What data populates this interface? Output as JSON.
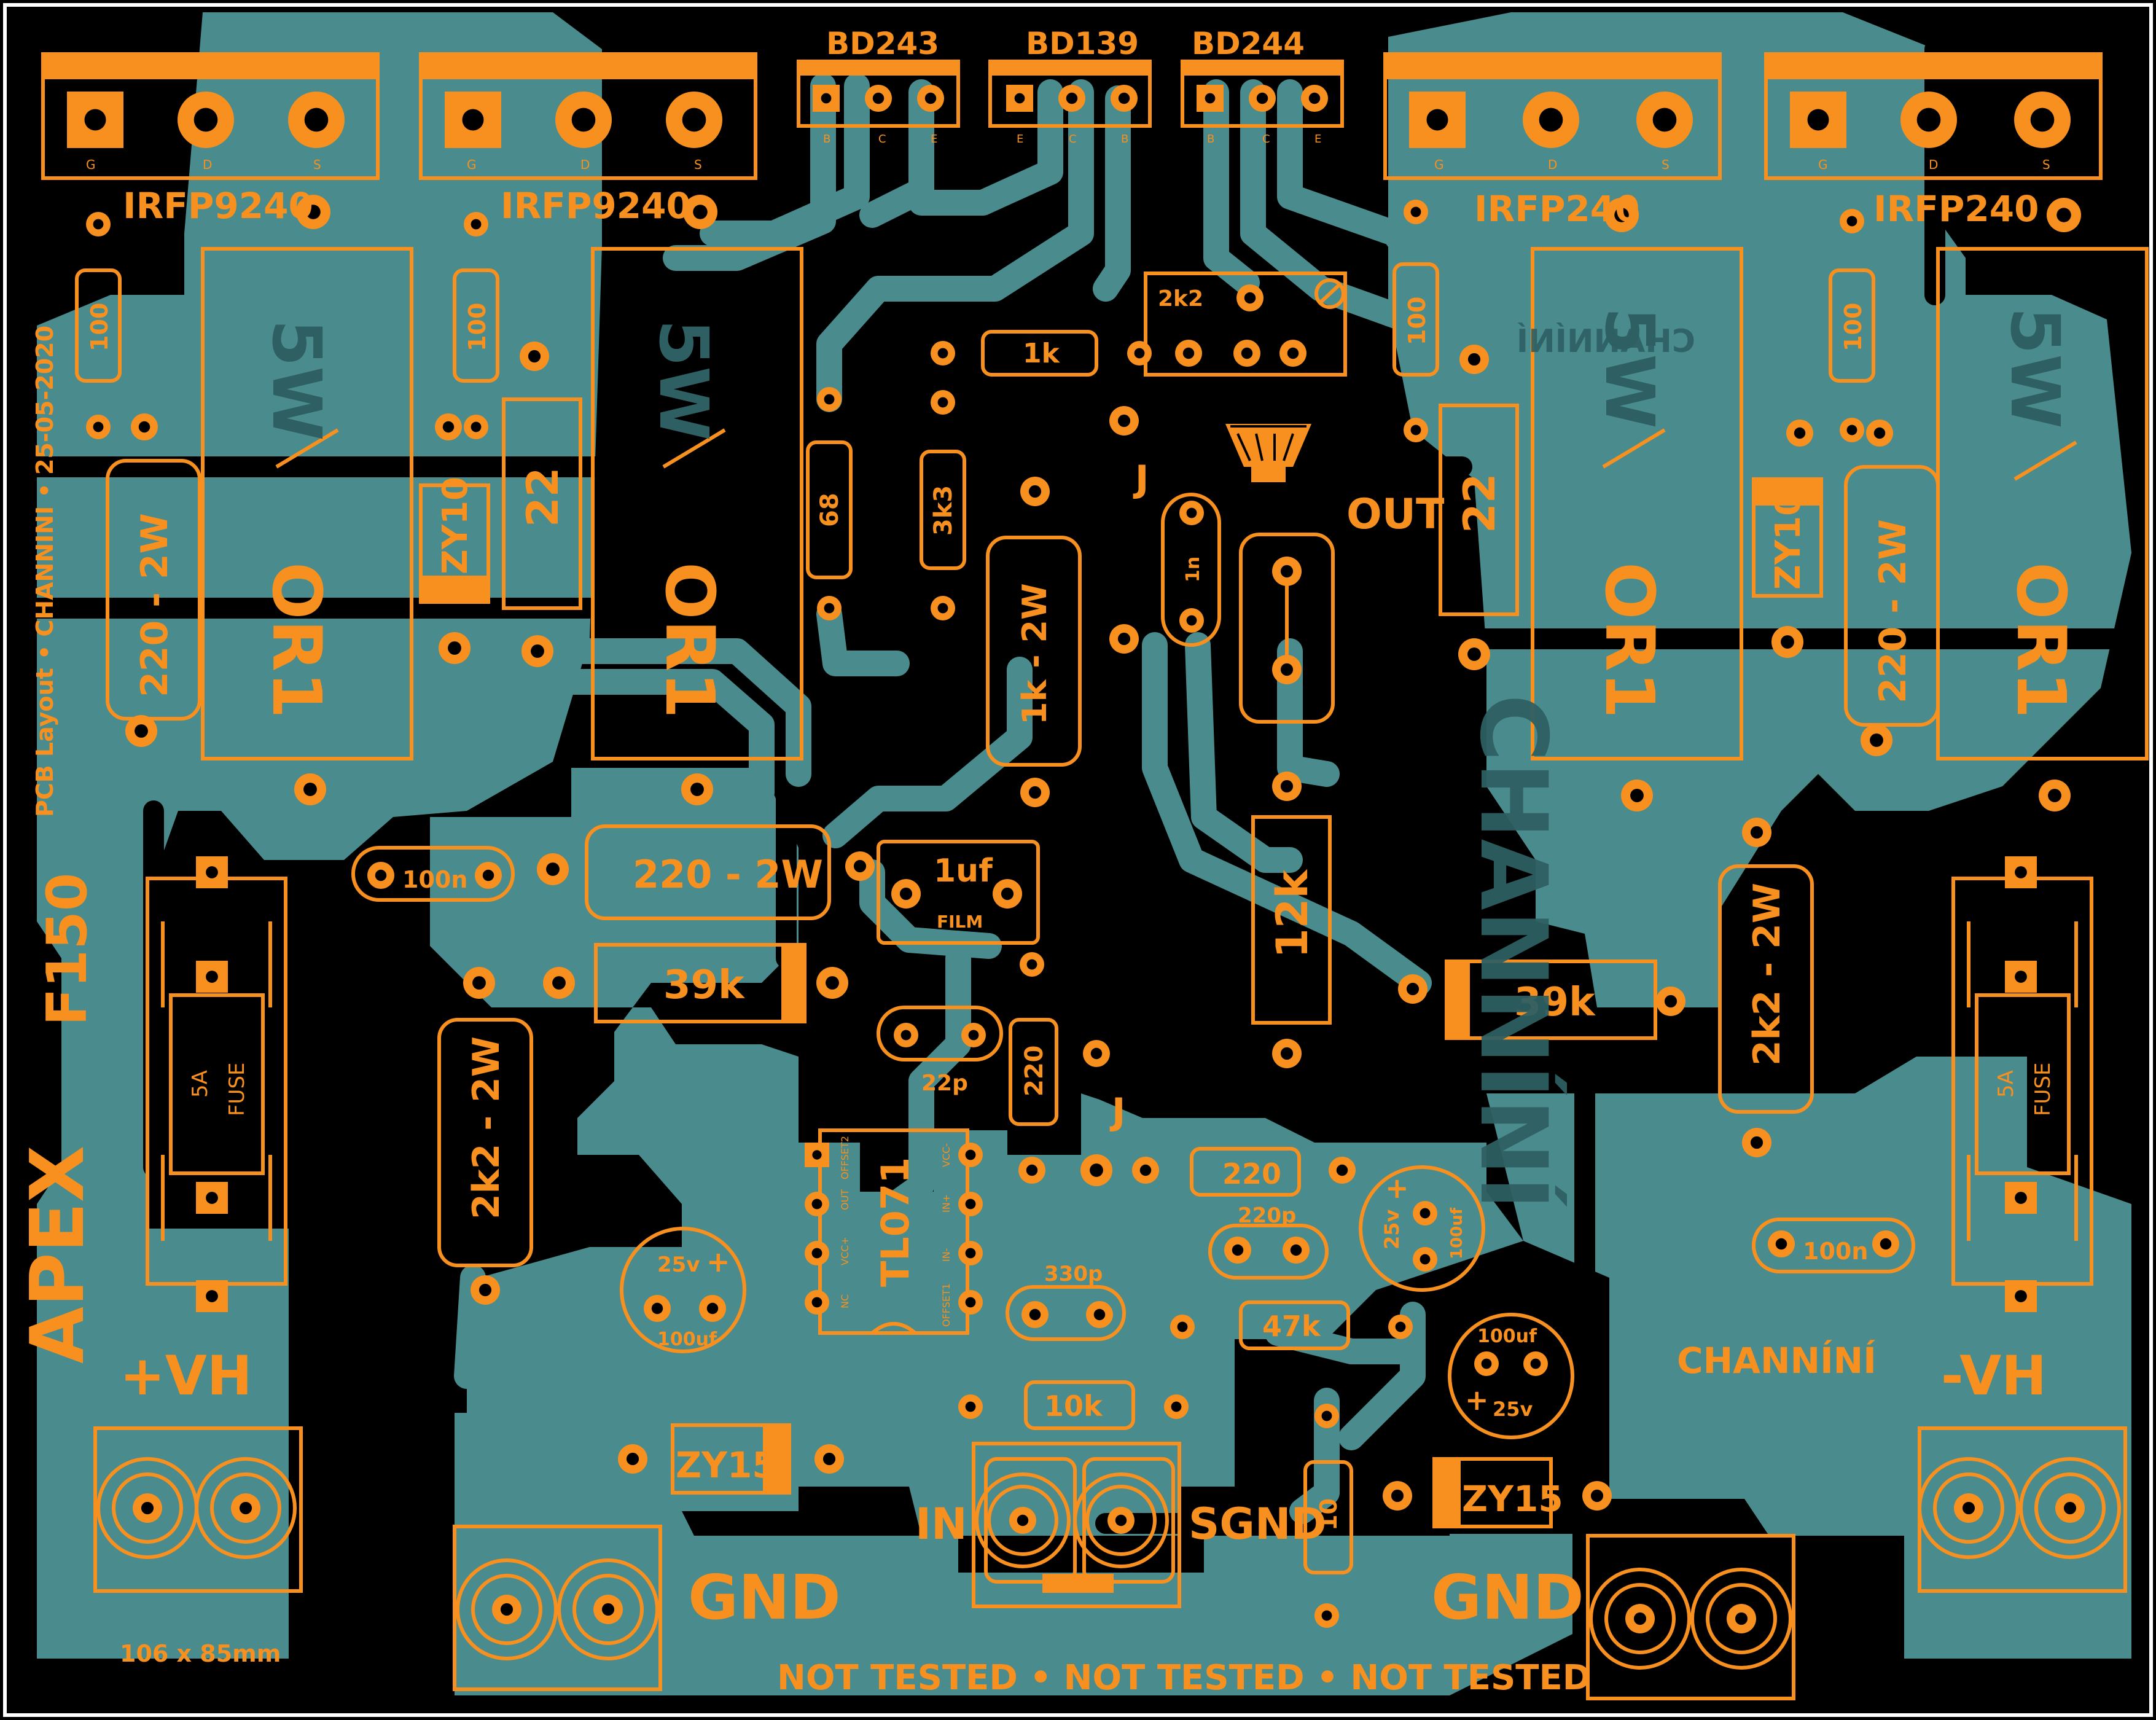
{
  "colors": {
    "background": "#000000",
    "copper": "#4A8C8E",
    "silk": "#F7901E",
    "border": "#FFFFFF"
  },
  "title": {
    "brand": "APEX",
    "model": "F150",
    "layout_note": "PCB Layout • CHANNINI • 25-05-2020",
    "size": "106 x 85mm",
    "warning": "NOT TESTED • NOT TESTED • NOT TESTED"
  },
  "transistors": {
    "q1": {
      "part": "IRFP9240",
      "pins": [
        "G",
        "D",
        "S"
      ]
    },
    "q2": {
      "part": "IRFP9240",
      "pins": [
        "G",
        "D",
        "S"
      ]
    },
    "q3": {
      "part": "IRFP240",
      "pins": [
        "G",
        "D",
        "S"
      ]
    },
    "q4": {
      "part": "IRFP240",
      "pins": [
        "G",
        "D",
        "S"
      ]
    },
    "bd243": {
      "part": "BD243",
      "pins": [
        "B",
        "C",
        "E"
      ]
    },
    "bd139": {
      "part": "BD139",
      "pins": [
        "E",
        "C",
        "B"
      ]
    },
    "bd244": {
      "part": "BD244",
      "pins": [
        "B",
        "C",
        "E"
      ]
    }
  },
  "components": {
    "r_100_a": "100",
    "r_100_b": "100",
    "r_100_c": "100",
    "r_100_d": "100",
    "r_5w_a": "5W",
    "r_5w_b": "5W",
    "r_5w_c": "5W",
    "r_5w_d": "5W",
    "r_or1_a": "OR1",
    "r_or1_b": "OR1",
    "r_or1_c": "OR1",
    "r_or1_d": "OR1",
    "r_220_2w_a": "220 - 2W",
    "r_220_2w_b": "220 - 2W",
    "r_220_2w_c": "220 - 2W",
    "c_22_a": "22",
    "c_22_b": "22",
    "zy10_a": "ZY10",
    "zy10_b": "ZY10",
    "r_68": "68",
    "r_3k3": "3k3",
    "r_1k_top": "1k",
    "pot_2k2": "2k2",
    "r_1k_2w": "1k - 2W",
    "c_1n": "1n",
    "jumper": "J",
    "out": "OUT",
    "r_12k": "12k",
    "c_1uf": "1uf",
    "c_film": "FILM",
    "c_100n_a": "100n",
    "c_100n_b": "100n",
    "r_39k_a": "39k",
    "r_39k_b": "39k",
    "r_2k2_2w_a": "2k2 - 2W",
    "r_2k2_2w_b": "2k2 - 2W",
    "fuse_a": "FUSE",
    "fuse_b": "FUSE",
    "fuse_rating": "5A",
    "c_22p": "22p",
    "r_220_a": "220",
    "r_220_b": "220",
    "c_220p": "220p",
    "c_330p": "330p",
    "r_47k": "47k",
    "r_10k": "10k",
    "r_10": "10",
    "ic": "TL071",
    "ic_vcc_pos": "VCC+",
    "ic_vcc_neg": "VCC-",
    "ic_in_pos": "IN+",
    "ic_in_neg": "IN-",
    "ic_out": "OUT",
    "ic_nc": "NC",
    "ic_offset1": "OFFSET1",
    "ic_offset2": "OFFSET2",
    "ecap_a_v": "25v",
    "ecap_a_val": "100uf",
    "ecap_b_v": "25v",
    "ecap_b_val": "100uf",
    "ecap_c_v": "25v",
    "ecap_c_val": "100uf",
    "plus": "+",
    "zy15_a": "ZY15",
    "zy15_b": "ZY15"
  },
  "connectors": {
    "vh_pos": "+VH",
    "vh_neg": "-VH",
    "gnd_a": "GND",
    "gnd_b": "GND",
    "in": "IN",
    "sgnd": "SGND"
  },
  "signature": "CHANNÍNÍ",
  "icons": {
    "speaker": "speaker-icon"
  }
}
